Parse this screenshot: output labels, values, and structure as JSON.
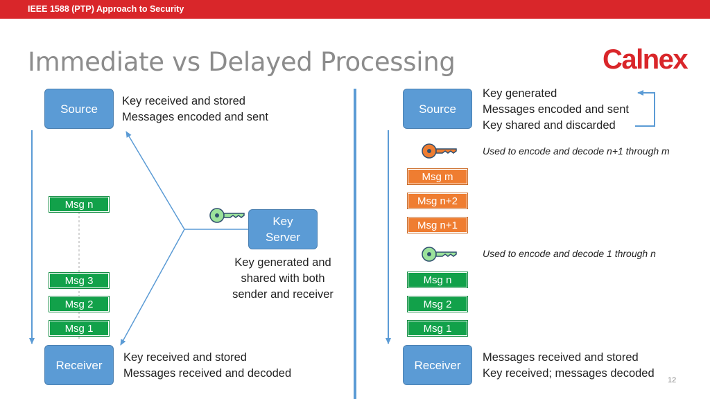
{
  "header": {
    "banner": "IEEE 1588 (PTP) Approach to Security"
  },
  "slide": {
    "title": "Immediate vs Delayed Processing",
    "logo": "Calnex",
    "page_number": "12"
  },
  "left": {
    "source_label": "Source",
    "receiver_label": "Receiver",
    "source_text": [
      "Key received and stored",
      "Messages encoded and sent"
    ],
    "receiver_text": [
      "Key received and stored",
      "Messages received and decoded"
    ],
    "key_server_label": [
      "Key",
      "Server"
    ],
    "key_server_text": [
      "Key generated and",
      "shared with both",
      "sender and receiver"
    ],
    "messages": [
      "Msg n",
      "Msg 3",
      "Msg 2",
      "Msg 1"
    ]
  },
  "right": {
    "source_label": "Source",
    "receiver_label": "Receiver",
    "source_text": [
      "Key generated",
      "Messages encoded and sent",
      "Key shared and discarded"
    ],
    "receiver_text": [
      "Messages received and stored",
      "Key received; messages decoded"
    ],
    "key1_note": "Used to encode and decode n+1 through m",
    "key2_note": "Used to encode and decode 1 through n",
    "orange_messages": [
      "Msg m",
      "Msg n+2",
      "Msg n+1"
    ],
    "green_messages": [
      "Msg n",
      "Msg 2",
      "Msg 1"
    ]
  },
  "colors": {
    "accent": "#d9262a",
    "box_blue": "#5b9bd5",
    "msg_green": "#12a14a",
    "msg_orange": "#ef7d31",
    "key_orange": "#ef7d31",
    "key_green": "#9be29b"
  }
}
